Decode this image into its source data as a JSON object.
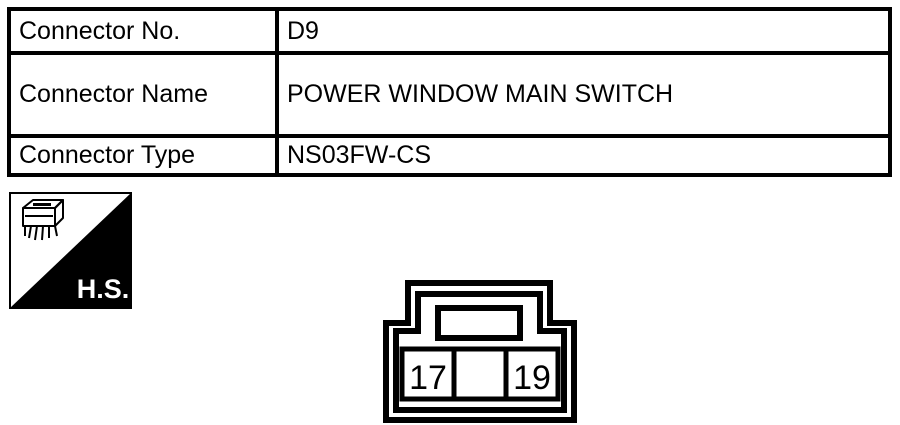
{
  "table": {
    "rows": [
      {
        "label": "Connector No.",
        "value": "D9"
      },
      {
        "label": "Connector Name",
        "value": "POWER WINDOW MAIN SWITCH"
      },
      {
        "label": "Connector Type",
        "value": "NS03FW-CS"
      }
    ]
  },
  "icon": {
    "name": "harness-side-icon",
    "text": "H.S."
  },
  "connector": {
    "terminals": [
      "17",
      "19"
    ]
  },
  "colors": {
    "ink": "#000000",
    "paper": "#ffffff"
  }
}
